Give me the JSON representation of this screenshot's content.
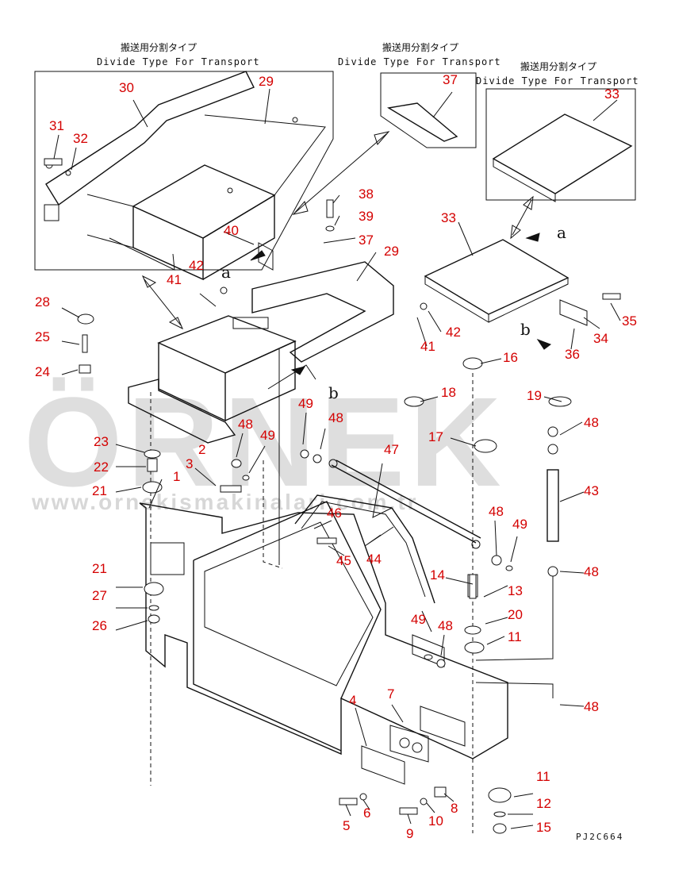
{
  "headings": {
    "jp": "搬送用分割タイプ",
    "en": "Divide Type For Transport"
  },
  "drawing_code": "PJ2C664",
  "watermark": {
    "brand": "ÖRNEK",
    "url": "www.ornekismakinalari.com.tr"
  },
  "view_letters": [
    "a",
    "a",
    "b",
    "b"
  ],
  "callouts": [
    "1",
    "2",
    "3",
    "4",
    "5",
    "6",
    "7",
    "8",
    "9",
    "10",
    "11",
    "11",
    "12",
    "13",
    "14",
    "15",
    "16",
    "17",
    "18",
    "19",
    "20",
    "21",
    "21",
    "22",
    "23",
    "24",
    "25",
    "26",
    "27",
    "28",
    "29",
    "29",
    "30",
    "31",
    "32",
    "33",
    "33",
    "34",
    "35",
    "36",
    "37",
    "37",
    "38",
    "39",
    "40",
    "41",
    "41",
    "42",
    "42",
    "43",
    "44",
    "45",
    "46",
    "47",
    "48",
    "48",
    "48",
    "48",
    "48",
    "48",
    "48",
    "49",
    "49",
    "49",
    "49"
  ]
}
